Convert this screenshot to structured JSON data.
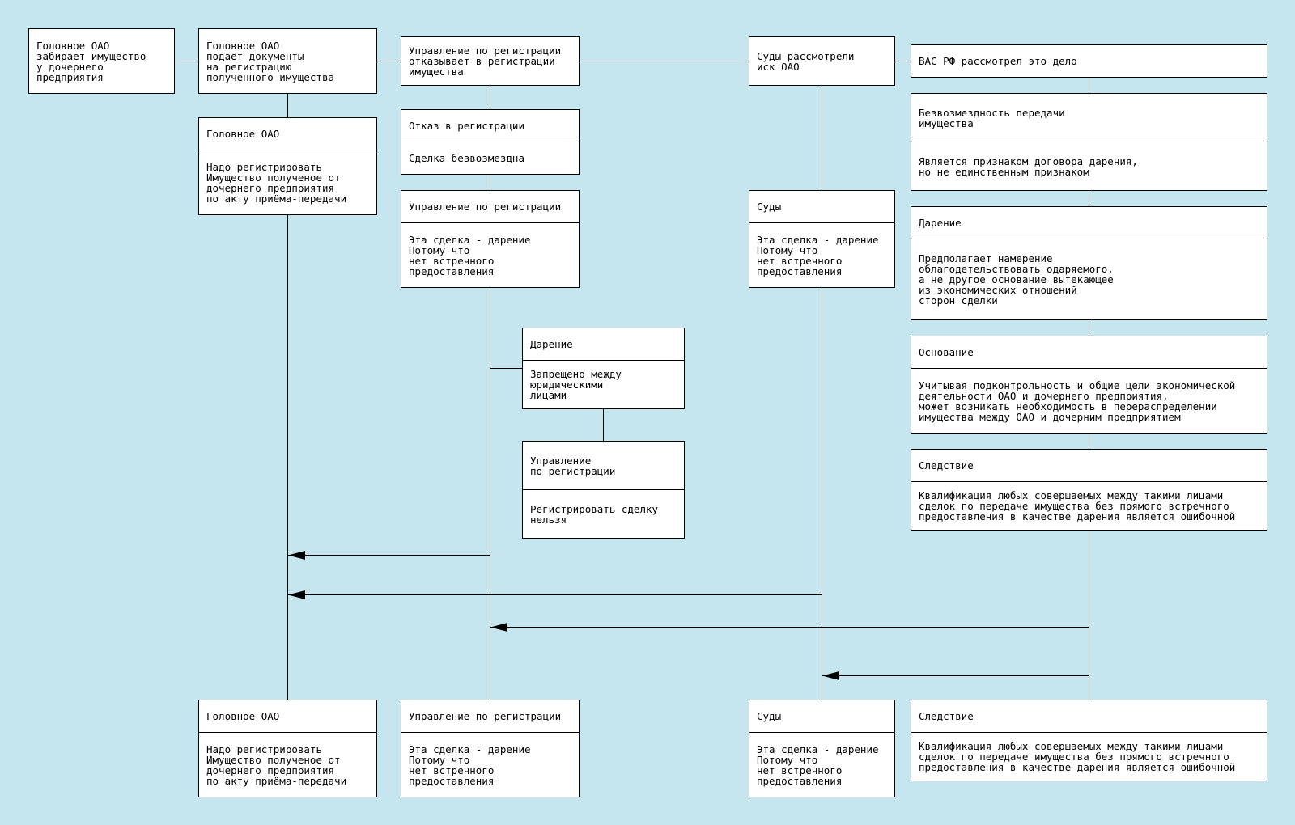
{
  "diagram": {
    "colors": {
      "background": "#c5e6ef",
      "box_fill": "#ffffff",
      "line": "#000000"
    },
    "boxes": {
      "b1": {
        "sections": [
          "Головное ОАО\nзабирает имущество\nу дочернего\nпредприятия"
        ]
      },
      "b2": {
        "sections": [
          "Головное ОАО\nподаёт документы\nна регистрацию\nполученного имущества"
        ]
      },
      "b3": {
        "sections": [
          "Управление по регистрации\nотказывает в регистрации\nимущества"
        ]
      },
      "b4": {
        "sections": [
          "Суды рассмотрели\nиск ОАО"
        ]
      },
      "b5": {
        "sections": [
          "ВАС РФ рассмотрел это дело"
        ]
      },
      "c2": {
        "sections": [
          "Головное ОАО",
          "Надо регистрировать\nИмущество полученое от\nдочернего предприятия\nпо акту приёма-передачи"
        ]
      },
      "c3a": {
        "sections": [
          "Отказ в регистрации",
          "Сделка безвозмездна"
        ]
      },
      "c3b": {
        "sections": [
          "Управление по регистрации",
          "Эта сделка - дарение\nПотому что\nнет встречного\nпредоставления"
        ]
      },
      "c4": {
        "sections": [
          "Суды",
          "Эта сделка - дарение\nПотому что\nнет встречного\nпредоставления"
        ]
      },
      "c5a": {
        "sections": [
          "Безвозмездность передачи\nимущества",
          "Является признаком договора дарения,\nно не единственным признаком"
        ]
      },
      "c5b": {
        "sections": [
          "Дарение",
          "Предполагает намерение\nоблагодетельствовать одаряемого,\nа не другое основание вытекающее\nиз экономических отношений\nсторон сделки"
        ]
      },
      "c5c": {
        "sections": [
          "Основание",
          "Учитывая подконтрольность и общие цели экономической\nдеятельности ОАО и дочернего предприятия,\nможет возникать необходимость в перераспределении\nимущества между ОАО и дочерним предприятием"
        ]
      },
      "c5d": {
        "sections": [
          "Следствие",
          "Квалификация любых совершаемых между такими лицами\nсделок по передаче имущества без прямого встречного\nпредоставления в качестве дарения является ошибочной"
        ]
      },
      "m1": {
        "sections": [
          "Дарение",
          "Запрещено между\nюридическими\nлицами"
        ]
      },
      "m2": {
        "sections": [
          "Управление\nпо регистрации",
          "Регистрировать сделку\nнельзя"
        ]
      },
      "f2": {
        "sections": [
          "Головное ОАО",
          "Надо регистрировать\nИмущество полученое от\nдочернего предприятия\nпо акту приёма-передачи"
        ]
      },
      "f3": {
        "sections": [
          "Управление по регистрации",
          "Эта сделка - дарение\nПотому что\nнет встречного\nпредоставления"
        ]
      },
      "f4": {
        "sections": [
          "Суды",
          "Эта сделка - дарение\nПотому что\nнет встречного\nпредоставления"
        ]
      },
      "f5": {
        "sections": [
          "Следствие",
          "Квалификация любых совершаемых между такими лицами\nсделок по передаче имущества без прямого встречного\nпредоставления в качестве дарения является ошибочной"
        ]
      }
    },
    "arrows": [
      {
        "from": "Управление по регистрации",
        "to": "Головное ОАО"
      },
      {
        "from": "Суды",
        "to": "Головное ОАО"
      },
      {
        "from": "ВАС РФ",
        "to": "Управление по регистрации"
      },
      {
        "from": "ВАС РФ",
        "to": "Суды"
      }
    ]
  }
}
